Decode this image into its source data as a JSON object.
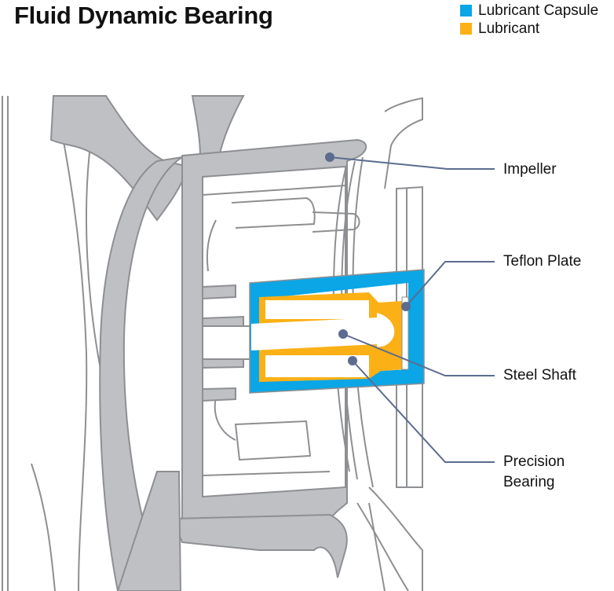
{
  "title": "Fluid Dynamic Bearing",
  "legend": [
    {
      "label": "Lubricant Capsule",
      "color": "#0aa6e6"
    },
    {
      "label": "Lubricant",
      "color": "#fbb016"
    }
  ],
  "callouts": {
    "impeller": "Impeller",
    "teflon_plate": "Teflon Plate",
    "steel_shaft": "Steel Shaft",
    "precision_bearing_line1": "Precision",
    "precision_bearing_line2": "Bearing"
  },
  "colors": {
    "capsule": "#0aa6e6",
    "lubricant": "#fbb016",
    "housing": "#bfc0c3",
    "outline": "#8e8f92",
    "leader": "#5b6c8f"
  }
}
